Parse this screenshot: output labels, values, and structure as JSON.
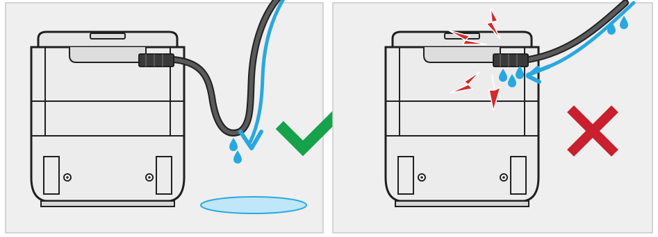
{
  "colors": {
    "background": "#efefef",
    "border": "#c9c9c9",
    "device_body": "#e8e8e8",
    "device_outline": "#1f1f1f",
    "cable": "#4b4b4b",
    "water": "#29a8e0",
    "water_light": "#bfe7f7",
    "check": "#16a24a",
    "cross": "#c8202e",
    "spark": "#d42a2a"
  },
  "panels": [
    {
      "id": "correct",
      "outcome": "check-mark-icon",
      "cable_routing": "drip-loop"
    },
    {
      "id": "incorrect",
      "outcome": "cross-mark-icon",
      "cable_routing": "direct-entry"
    }
  ]
}
